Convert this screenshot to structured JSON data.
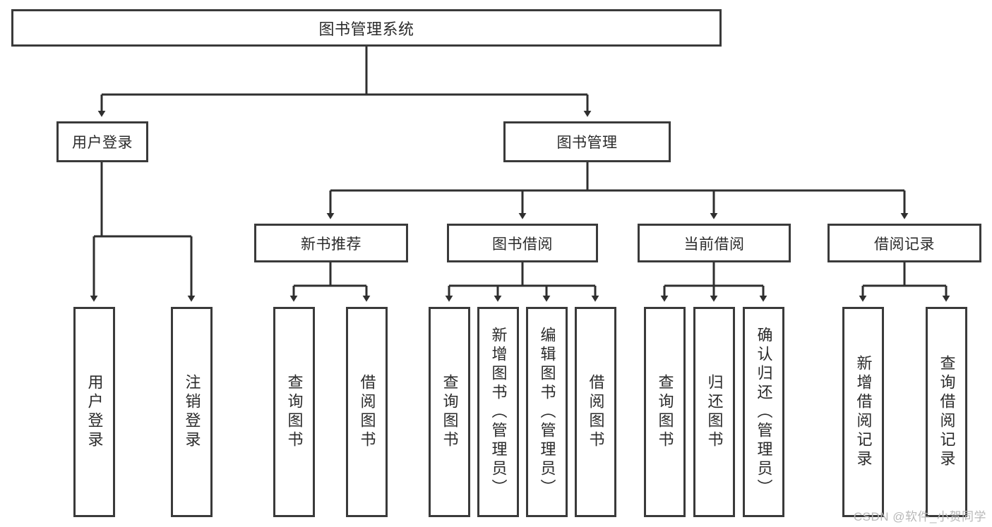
{
  "diagram": {
    "title": "图书管理系统",
    "type": "functional-structure-tree",
    "root": {
      "id": "root",
      "label": "图书管理系统"
    },
    "level2": [
      {
        "id": "user-login",
        "label": "用户登录"
      },
      {
        "id": "book-manage",
        "label": "图书管理"
      }
    ],
    "level3": [
      {
        "id": "new-book-recommend",
        "label": "新书推荐",
        "parent": "book-manage"
      },
      {
        "id": "book-borrow",
        "label": "图书借阅",
        "parent": "book-manage"
      },
      {
        "id": "current-borrow",
        "label": "当前借阅",
        "parent": "book-manage"
      },
      {
        "id": "borrow-record",
        "label": "借阅记录",
        "parent": "book-manage"
      }
    ],
    "leaves": [
      {
        "id": "leaf-user-login",
        "label": "用户登录",
        "parent": "user-login"
      },
      {
        "id": "leaf-user-logout",
        "label": "注销登录",
        "parent": "user-login"
      },
      {
        "id": "leaf-query-book-1",
        "label": "查询图书",
        "parent": "new-book-recommend"
      },
      {
        "id": "leaf-borrow-book-1",
        "label": "借阅图书",
        "parent": "new-book-recommend"
      },
      {
        "id": "leaf-query-book-2",
        "label": "查询图书",
        "parent": "book-borrow"
      },
      {
        "id": "leaf-add-book",
        "label": "新增图书（管理员）",
        "parent": "book-borrow"
      },
      {
        "id": "leaf-edit-book",
        "label": "编辑图书（管理员）",
        "parent": "book-borrow"
      },
      {
        "id": "leaf-borrow-book-2",
        "label": "借阅图书",
        "parent": "book-borrow"
      },
      {
        "id": "leaf-query-book-3",
        "label": "查询图书",
        "parent": "current-borrow"
      },
      {
        "id": "leaf-return-book",
        "label": "归还图书",
        "parent": "current-borrow"
      },
      {
        "id": "leaf-confirm-return",
        "label": "确认归还（管理员）",
        "parent": "current-borrow"
      },
      {
        "id": "leaf-add-record",
        "label": "新增借阅记录",
        "parent": "borrow-record"
      },
      {
        "id": "leaf-query-record",
        "label": "查询借阅记录",
        "parent": "borrow-record"
      }
    ],
    "watermark": "CSDN @软件_小贺同学",
    "colors": {
      "stroke": "#3a3a3a",
      "text": "#2b2b2b",
      "background": "#ffffff",
      "watermark": "#b8b8b8"
    }
  }
}
